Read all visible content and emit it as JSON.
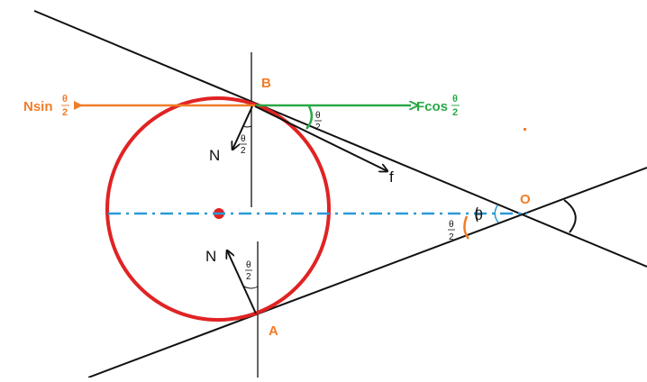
{
  "diagram": {
    "point_b": "B",
    "point_a": "A",
    "point_o": "O",
    "normal_top_label": "N",
    "normal_bottom_label": "N",
    "friction_label": "f",
    "nsin_label": "Nsin",
    "fcos_label": "Fcos",
    "theta": "θ",
    "half_denominator": "2",
    "colors": {
      "circle": "#e02323",
      "green": "#2aa846",
      "orange": "#f07d28",
      "blue": "#2a9ad6",
      "line": "#111111",
      "label_orange": "#f07d28"
    }
  }
}
